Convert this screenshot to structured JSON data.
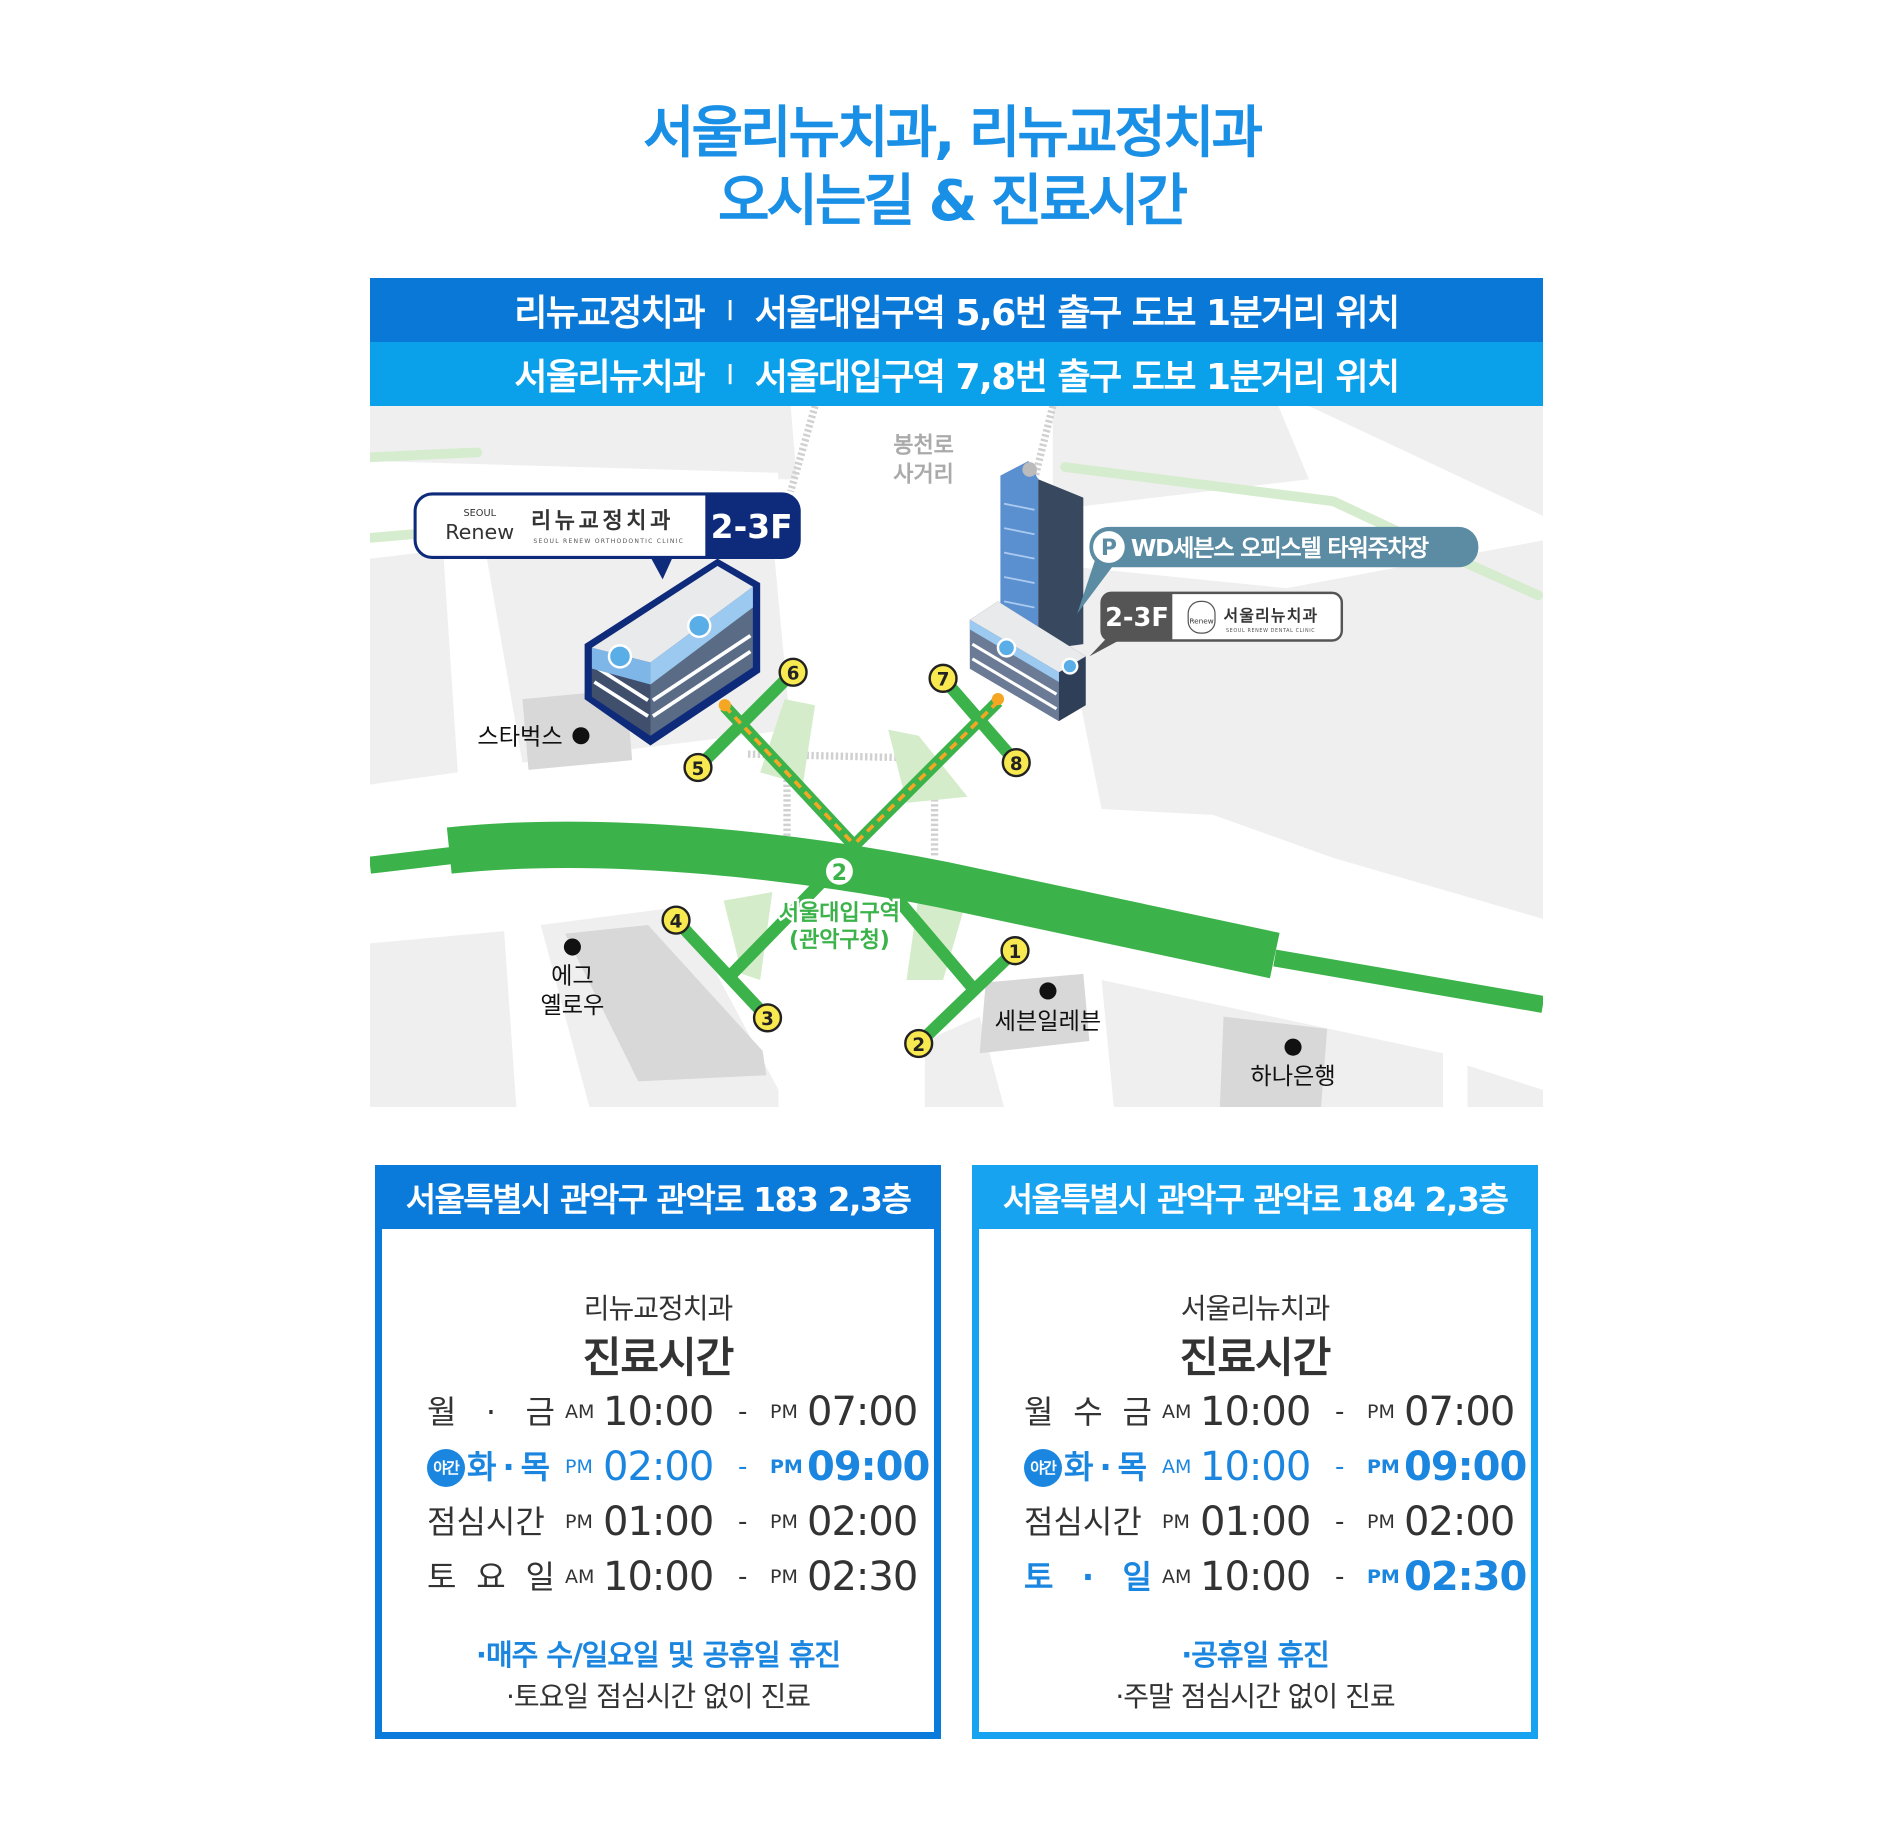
{
  "title": {
    "line1": "서울리뉴치과, 리뉴교정치과",
    "line2": "오시는길 & 진료시간"
  },
  "banners": [
    {
      "clinic": "리뉴교정치과",
      "separator": "I",
      "text": "서울대입구역 5,6번 출구 도보 1분거리 위치",
      "color": "#0a78d7"
    },
    {
      "clinic": "서울리뉴치과",
      "separator": "I",
      "text": "서울대입구역 7,8번 출구 도보 1분거리 위치",
      "color": "#0ba0ea"
    }
  ],
  "map": {
    "intersection": {
      "line1": "봉천로",
      "line2": "사거리"
    },
    "station": {
      "line_number": "2",
      "name": "서울대입구역",
      "sub": "(관악구청)"
    },
    "exits": [
      "1",
      "2",
      "3",
      "4",
      "5",
      "6",
      "7",
      "8"
    ],
    "pois": {
      "starbucks": "스타벅스",
      "egg_yellow_1": "에그",
      "egg_yellow_2": "옐로우",
      "seven_eleven": "세븐일레븐",
      "hana_bank": "하나은행"
    },
    "callout_ortho": {
      "logo_top": "SEOUL",
      "logo": "Renew",
      "name": "리뉴교정치과",
      "english": "SEOUL RENEW ORTHODONTIC CLINIC",
      "floor": "2-3F"
    },
    "parking": {
      "icon": "P",
      "label": "WD세븐스 오피스텔 타워주차장"
    },
    "callout_dental": {
      "floor": "2-3F",
      "logo": "Renew",
      "name": "서울리뉴치과",
      "english": "SEOUL RENEW DENTAL CLINIC"
    }
  },
  "boxes": [
    {
      "address": "서울특별시 관악구 관악로 183 2,3층",
      "color": "#0b7bdb",
      "clinic": "리뉴교정치과",
      "heading": "진료시간",
      "rows": [
        {
          "day": [
            "월",
            "·",
            "금"
          ],
          "badge": "",
          "ampm1": "AM",
          "t1": "10:00",
          "dash": "-",
          "ampm2": "PM",
          "t2": "07:00",
          "style": "normal"
        },
        {
          "day": [
            "화",
            "·",
            "목"
          ],
          "badge": "야간",
          "ampm1": "PM",
          "t1": "02:00",
          "dash": "-",
          "ampm2": "PM",
          "t2": "09:00",
          "style": "night"
        },
        {
          "day": [
            "점심시간"
          ],
          "badge": "",
          "ampm1": "PM",
          "t1": "01:00",
          "dash": "-",
          "ampm2": "PM",
          "t2": "02:00",
          "style": "normal"
        },
        {
          "day": [
            "토",
            "요",
            "일"
          ],
          "badge": "",
          "ampm1": "AM",
          "t1": "10:00",
          "dash": "-",
          "ampm2": "PM",
          "t2": "02:30",
          "style": "normal"
        }
      ],
      "note1": "·매주 수/일요일 및 공휴일 휴진",
      "note2": "·토요일 점심시간 없이 진료"
    },
    {
      "address": "서울특별시 관악구 관악로 184 2,3층",
      "color": "#17a3ef",
      "clinic": "서울리뉴치과",
      "heading": "진료시간",
      "rows": [
        {
          "day": [
            "월",
            "수",
            "금"
          ],
          "badge": "",
          "ampm1": "AM",
          "t1": "10:00",
          "dash": "-",
          "ampm2": "PM",
          "t2": "07:00",
          "style": "normal"
        },
        {
          "day": [
            "화",
            "·",
            "목"
          ],
          "badge": "야간",
          "ampm1": "AM",
          "t1": "10:00",
          "dash": "-",
          "ampm2": "PM",
          "t2": "09:00",
          "style": "night"
        },
        {
          "day": [
            "점심시간"
          ],
          "badge": "",
          "ampm1": "PM",
          "t1": "01:00",
          "dash": "-",
          "ampm2": "PM",
          "t2": "02:00",
          "style": "normal"
        },
        {
          "day": [
            "토",
            "·",
            "일"
          ],
          "badge": "",
          "ampm1": "AM",
          "t1": "10:00",
          "dash": "-",
          "ampm2": "PM",
          "t2": "02:30",
          "style": "weekend"
        }
      ],
      "note1": "·공휴일 휴진",
      "note2": "·주말 점심시간 없이 진료"
    }
  ],
  "colors": {
    "title": "#1a8fe6",
    "highlight": "#1a86e0",
    "subway": "#3cb34a",
    "exit_marker": "#f7e94f",
    "navy": "#0e2a7a",
    "parking": "#5b8ca3"
  }
}
